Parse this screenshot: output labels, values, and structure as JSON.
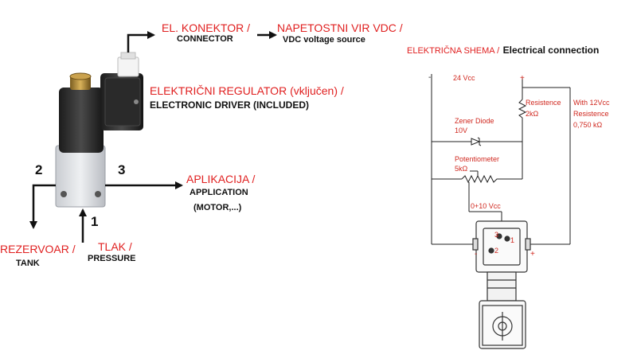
{
  "colors": {
    "label_red": "#e02020",
    "text_black": "#111111",
    "wire": "#222222"
  },
  "left": {
    "connector": {
      "sl": "EL. KONEKTOR /",
      "en": "CONNECTOR"
    },
    "voltage_source": {
      "sl": "NAPETOSTNI VIR VDC /",
      "en": "VDC voltage source"
    },
    "driver": {
      "sl": "ELEKTRIČNI REGULATOR (vključen) /",
      "en": "ELECTRONIC DRIVER (INCLUDED)"
    },
    "application": {
      "sl": "APLIKACIJA /",
      "en1": "APPLICATION",
      "en2": "(MOTOR,...)"
    },
    "tank": {
      "sl": "REZERVOAR /",
      "en": "TANK"
    },
    "pressure": {
      "sl": "TLAK /",
      "en": "PRESSURE"
    },
    "ports": {
      "p1": "1",
      "p2": "2",
      "p3": "3"
    }
  },
  "right": {
    "title": {
      "sl": "ELEKTRIČNA SHEMA /",
      "en": "Electrical connection"
    },
    "minus_top": "-",
    "plus_top": "+",
    "supply": "24 Vcc",
    "resistor": {
      "l1": "Resistence",
      "l2": "2kΩ"
    },
    "alt_resistor": {
      "l1": "With 12Vcc",
      "l2": "Resistence",
      "l3": "0,750 kΩ"
    },
    "zener": {
      "l1": "Zener Diode",
      "l2": "10V"
    },
    "pot": {
      "l1": "Potentiometer",
      "l2": "5kΩ"
    },
    "signal": "0+10 Vcc",
    "pin_numbers": {
      "p1": "1",
      "p2": "2",
      "p3": "3"
    },
    "minus_conn": "-",
    "plus_conn": "+"
  }
}
